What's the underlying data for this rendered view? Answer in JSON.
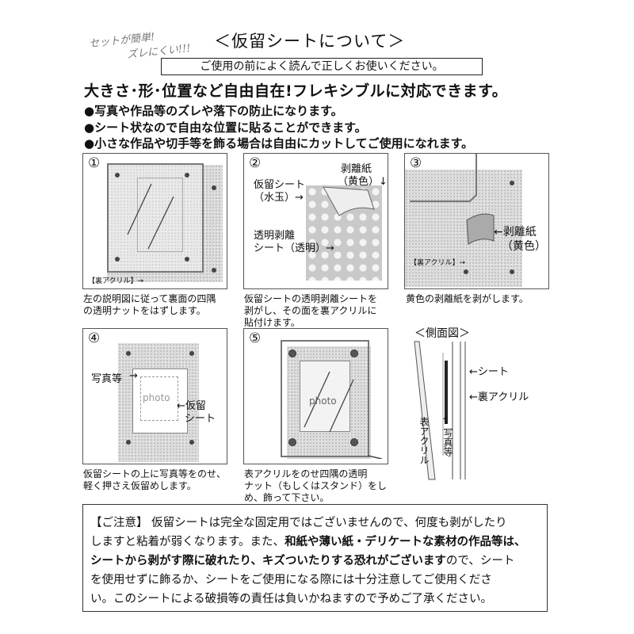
{
  "tagline": {
    "line1": "セットが簡単!",
    "line2": "ズレにくい!!!"
  },
  "title": "＜仮留シートについて＞",
  "notice": "ご使用の前によく読んで正しくお使いください。",
  "headline": "大きさ･形･位置など自由自在!フレキシブルに対応できます。",
  "bullets": [
    "●写真や作品等のズレや落下の防止になります。",
    "●シート状なので自由な位置に貼ることができます。",
    "●小さな作品や切手等を飾る場合は自由にカットしてご使用になれます。"
  ],
  "steps": [
    {
      "num": "①",
      "label": "【裏アクリル】→",
      "caption": [
        "左の説明図に従って裏面の四隅",
        "の透明ナットをはずします。"
      ]
    },
    {
      "num": "②",
      "labels": {
        "temp1": "仮留シート",
        "temp2": "（水玉）→",
        "release1": "剥離紙",
        "release2": "（黄色）↓",
        "clear1": "透明剥離",
        "clear2": "シート（透明）→"
      },
      "caption": [
        "仮留シートの透明剥離シートを",
        "剥がし、その面を裏アクリルに",
        "貼付けます。"
      ]
    },
    {
      "num": "③",
      "labels": {
        "release1": "←剥離紙",
        "release2": "（黄色）",
        "back": "【裏アクリル】→"
      },
      "caption": [
        "黄色の剥離紙を剥がします。"
      ]
    },
    {
      "num": "④",
      "labels": {
        "photo_etc": "写真等",
        "arrow": "→",
        "photo": "photo",
        "temp1": "←仮留",
        "temp2": "シート"
      },
      "caption": [
        "仮留シートの上に写真等をのせ、",
        "軽く押さえ仮留めします。"
      ]
    },
    {
      "num": "⑤",
      "labels": {
        "photo": "photo"
      },
      "caption": [
        "表アクリルをのせ四隅の透明",
        "ナット（もしくはスタンド）をし",
        "め、飾って下さい。"
      ]
    }
  ],
  "side_view": {
    "title": "＜側面図＞",
    "sheet": "←シート",
    "back_acrylic": "←裏アクリル",
    "front_acrylic": "表アクリル",
    "photo_arrow": "↑",
    "photo_etc": "写真等"
  },
  "warning": {
    "line1": "【ご注意】 仮留シートは完全な固定用ではございませんので、何度も剥がしたり",
    "line2_a": "しますと粘着が弱くなります。また、",
    "line2_b": "和紙や薄い紙・デリケートな素材の作品等は、",
    "line3": "シートから剥がす際に破れたり、キズついたりする恐れがございます",
    "line3_b": "ので、シート",
    "line4": "を使用せずに飾るか、シートをご使用になる際には十分注意してご使用くださ",
    "line5": "い。このシートによる破損等の責任は負いかねますので予めご了承ください。"
  }
}
